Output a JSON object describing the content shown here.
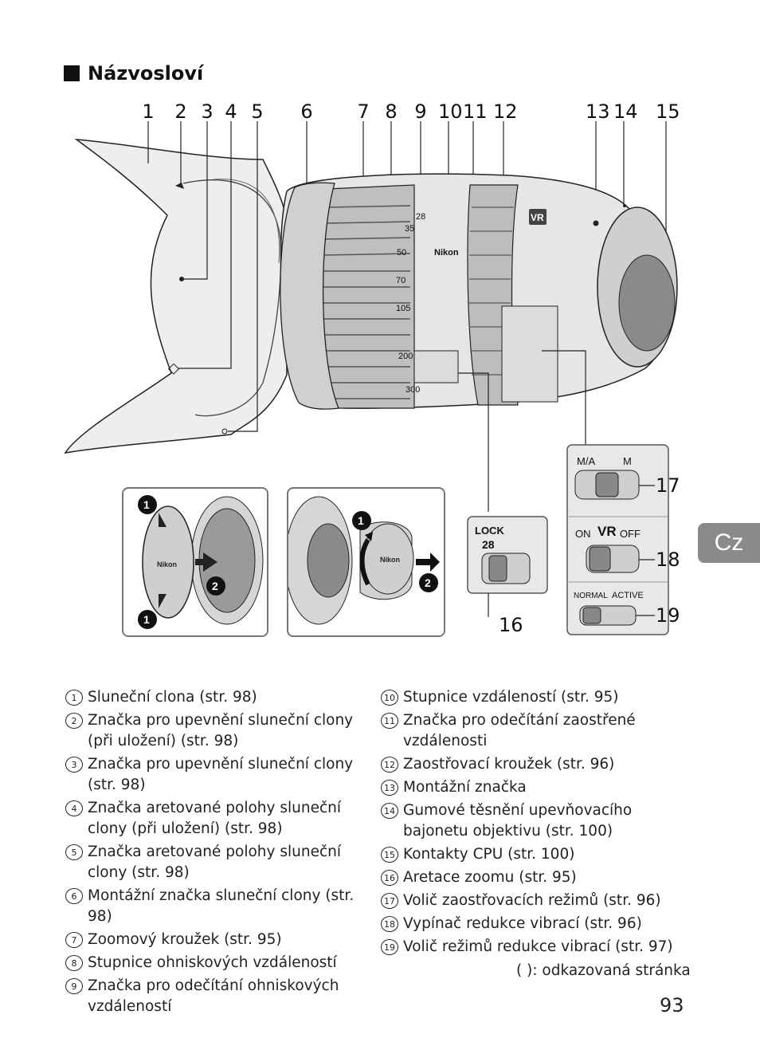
{
  "section": {
    "title": "Názvosloví"
  },
  "callouts": [
    "1",
    "2",
    "3",
    "4",
    "5",
    "6",
    "7",
    "8",
    "9",
    "10",
    "11",
    "12",
    "13",
    "14",
    "15",
    "16",
    "17",
    "18",
    "19"
  ],
  "figure": {
    "zoom_scale": [
      "28",
      "35",
      "50",
      "70",
      "105",
      "200",
      "300"
    ],
    "lens_brand": "Nikon",
    "lens_badge": "VR",
    "lock_panel": {
      "label": "LOCK",
      "value": "28"
    },
    "focus_switch": {
      "left": "M/A",
      "right": "M"
    },
    "vr_switch": {
      "left": "ON",
      "center": "VR",
      "right": "OFF"
    },
    "vr_mode_switch": {
      "left": "NORMAL",
      "right": "ACTIVE"
    },
    "cap_brand": "Nikon",
    "step1": "1",
    "step2": "2"
  },
  "tab": "Cz",
  "legend": {
    "left": [
      {
        "num": "1",
        "text": "Sluneční clona (str. 98)"
      },
      {
        "num": "2",
        "text": "Značka pro upevnění sluneční clony (při uložení) (str. 98)"
      },
      {
        "num": "3",
        "text": "Značka pro upevnění sluneční clony (str. 98)"
      },
      {
        "num": "4",
        "text": "Značka aretované polohy sluneční clony (při uložení) (str. 98)"
      },
      {
        "num": "5",
        "text": "Značka aretované polohy sluneční clony (str. 98)"
      },
      {
        "num": "6",
        "text": "Montážní značka sluneční clony (str. 98)"
      },
      {
        "num": "7",
        "text": "Zoomový kroužek (str. 95)"
      },
      {
        "num": "8",
        "text": "Stupnice ohniskových vzdáleností"
      },
      {
        "num": "9",
        "text": "Značka pro odečítání ohniskových vzdáleností"
      }
    ],
    "right": [
      {
        "num": "10",
        "text": "Stupnice vzdáleností (str. 95)"
      },
      {
        "num": "11",
        "text": "Značka pro odečítání zaostřené vzdálenosti"
      },
      {
        "num": "12",
        "text": "Zaostřovací kroužek (str. 96)"
      },
      {
        "num": "13",
        "text": "Montážní značka"
      },
      {
        "num": "14",
        "text": "Gumové těsnění upevňovacího bajonetu objektivu (str. 100)"
      },
      {
        "num": "15",
        "text": "Kontakty CPU (str. 100)"
      },
      {
        "num": "16",
        "text": "Aretace zoomu (str. 95)"
      },
      {
        "num": "17",
        "text": "Volič zaostřovacích režimů (str. 96)"
      },
      {
        "num": "18",
        "text": "Vypínač redukce vibrací (str. 96)"
      },
      {
        "num": "19",
        "text": "Volič režimů redukce vibrací (str. 97)"
      }
    ]
  },
  "note": "( ): odkazovaná stránka",
  "page_number": "93"
}
